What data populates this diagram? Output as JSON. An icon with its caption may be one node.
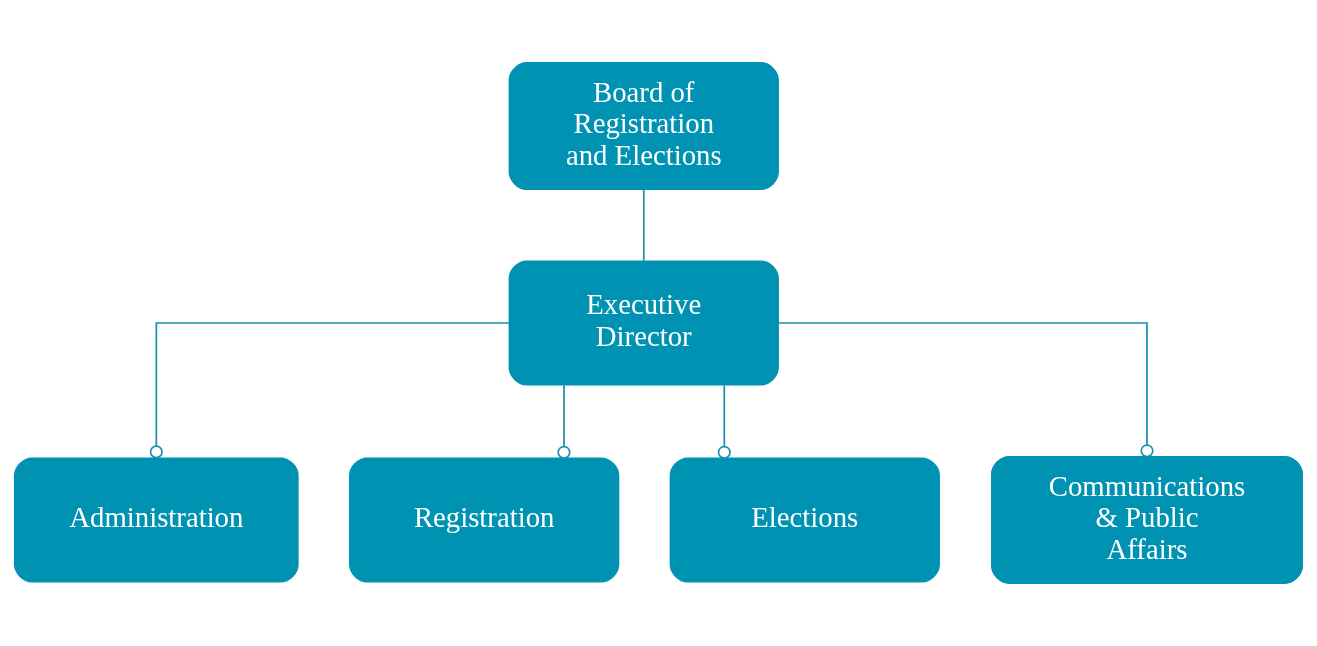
{
  "diagram": {
    "nodes": [
      {
        "text": [
          "Board of Registration and Elections"
        ]
      },
      {
        "text": [
          "Executive Director"
        ]
      },
      {
        "text": [
          "Administration"
        ]
      },
      {
        "text": [
          "Registration"
        ]
      },
      {
        "text": [
          "Elections"
        ]
      },
      {
        "text": [
          "Communications & Public Affairs"
        ]
      }
    ],
    "edges": [
      {
        "from": 0,
        "to": 1,
        "arrow": "none"
      },
      {
        "from": 1,
        "to": 2,
        "arrow": "other"
      },
      {
        "from": 1,
        "to": 3,
        "arrow": "other"
      },
      {
        "from": 1,
        "to": 4,
        "arrow": "other"
      },
      {
        "from": 1,
        "to": 5,
        "arrow": "other"
      }
    ]
  }
}
